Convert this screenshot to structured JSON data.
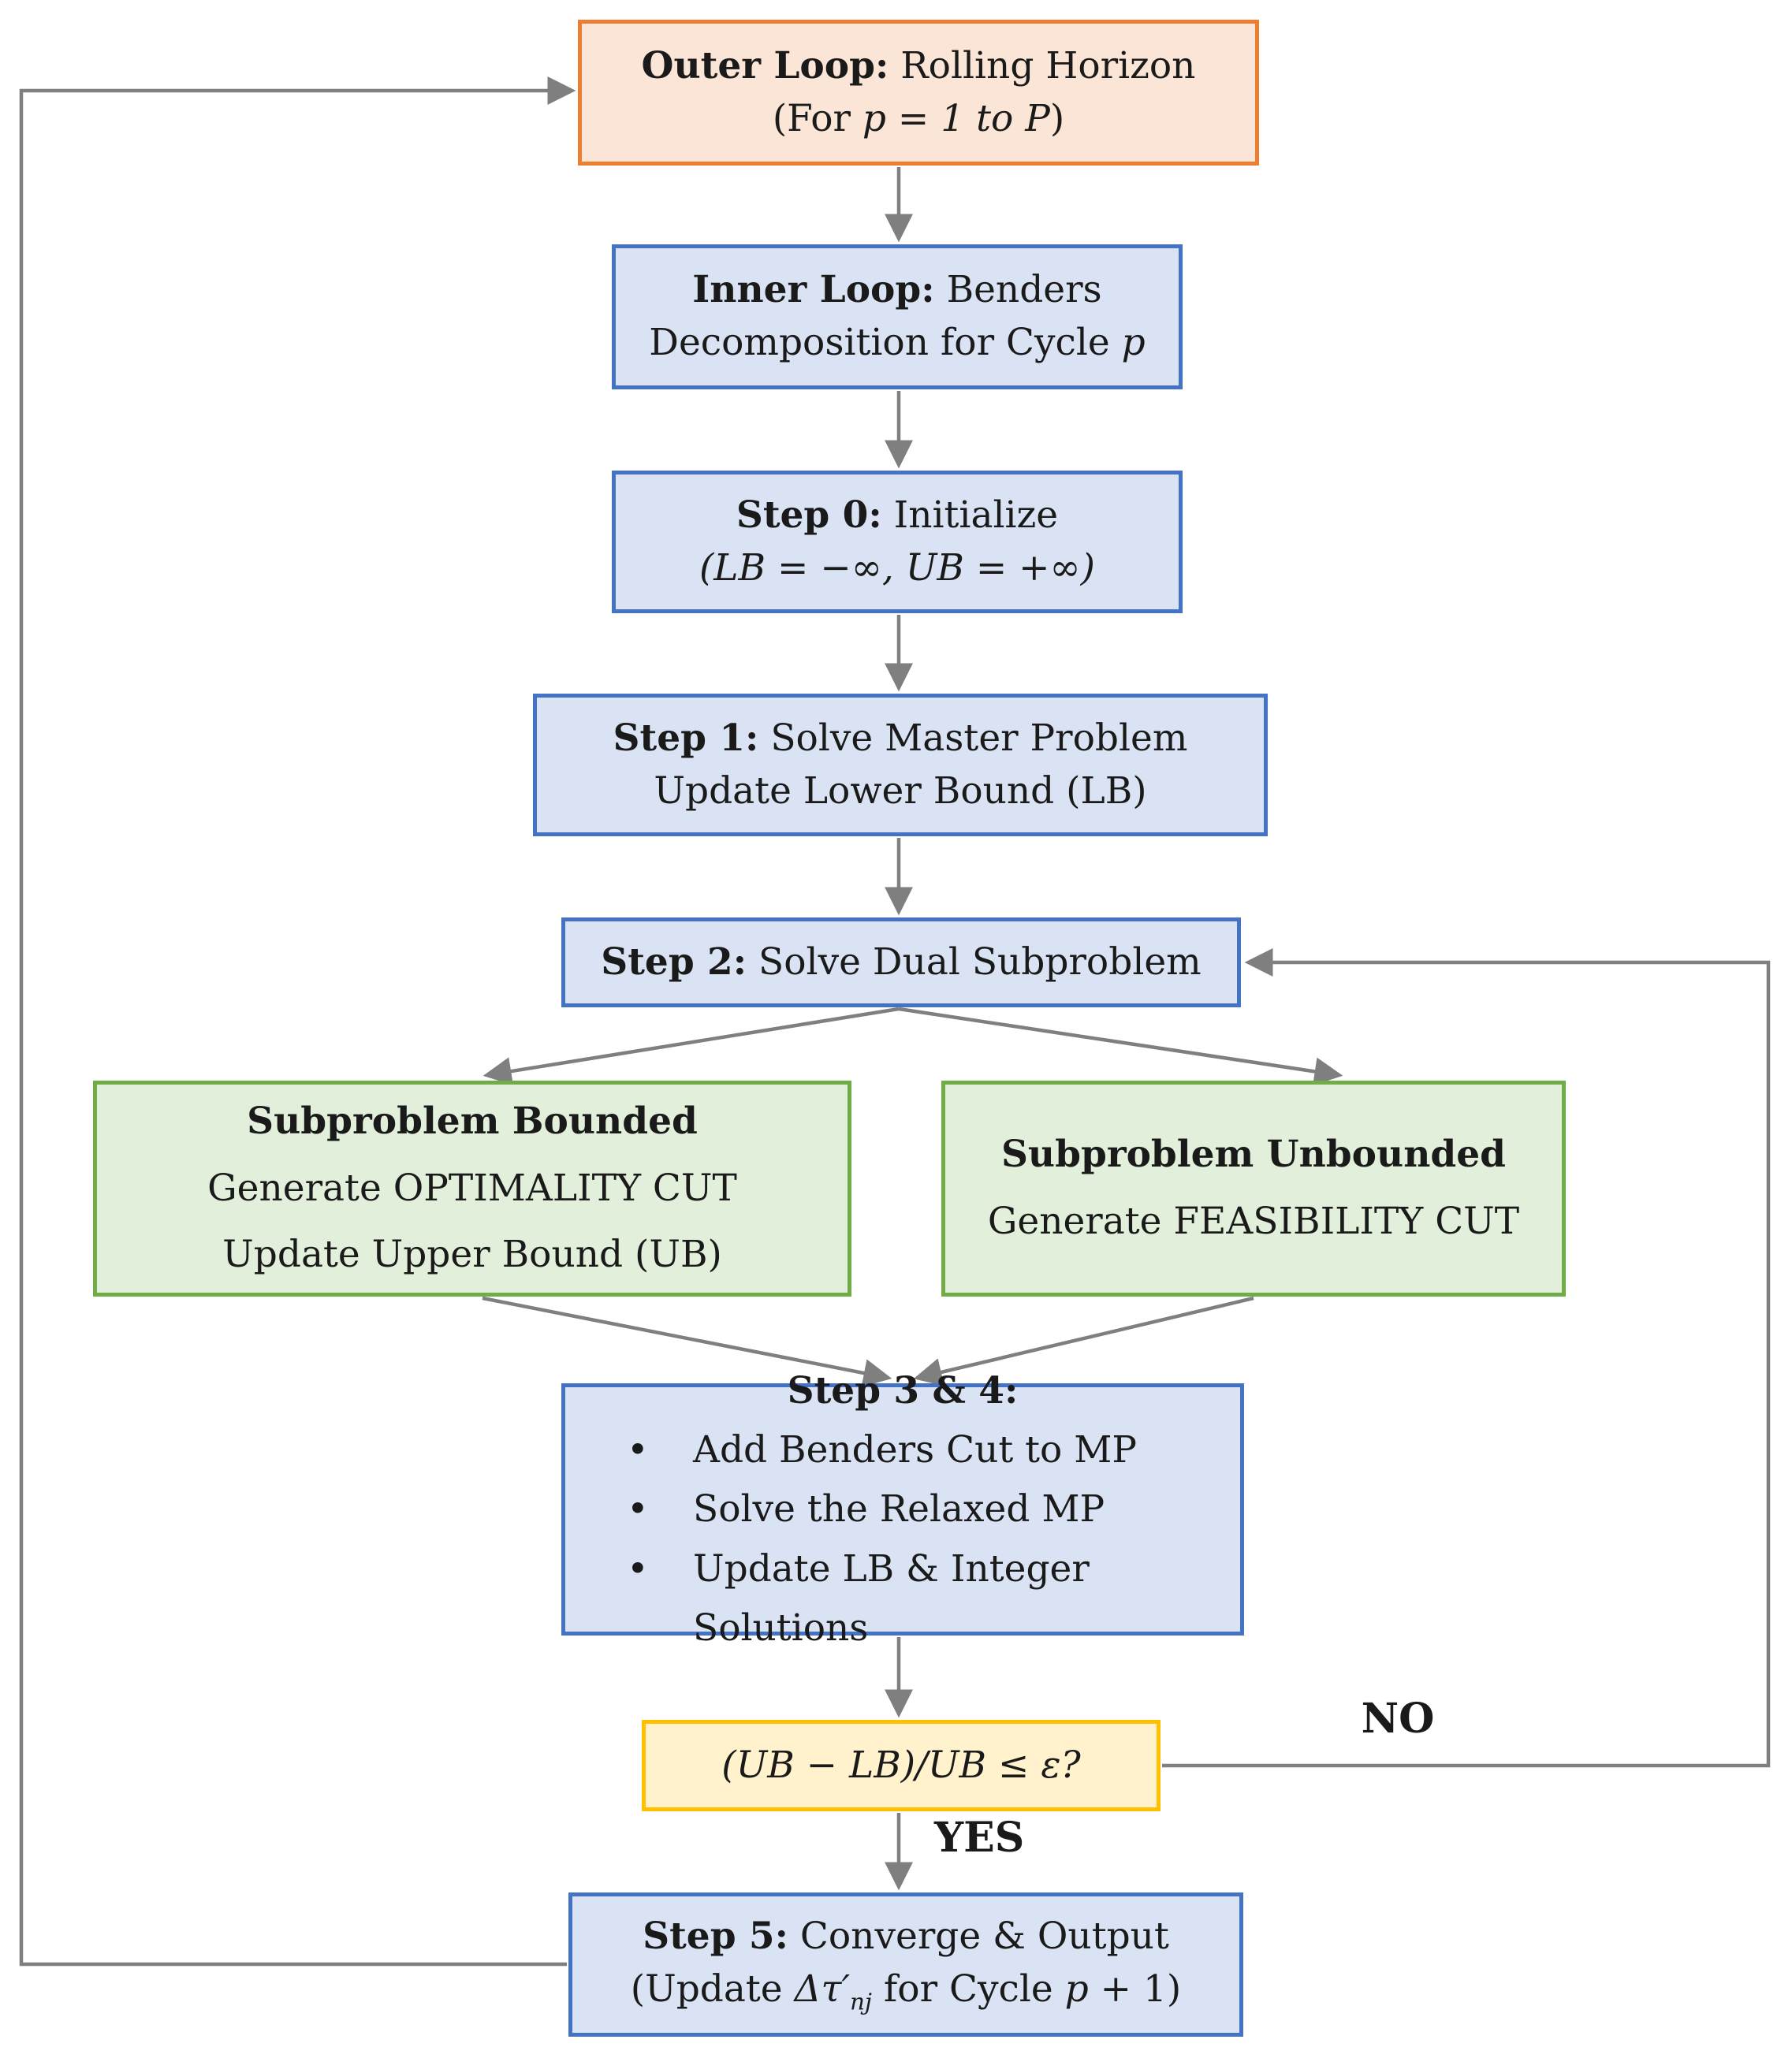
{
  "colors": {
    "orange-border": "#ED7D31",
    "orange-fill": "#FBE5D6",
    "blue-border": "#4472C4",
    "blue-fill": "#DAE3F3",
    "green-border": "#70AD47",
    "green-fill": "#E2EFDA",
    "yellow-border": "#FFC000",
    "yellow-fill": "#FFF2CC",
    "arrow-color": "#7F7F7F",
    "text-color": "#1a1a1a"
  },
  "nodes": {
    "outer": {
      "bold": "Outer Loop:",
      "rest": " Rolling Horizon",
      "sub_pre": "(For ",
      "sub_math": "p = 1 to P",
      "sub_post": ")"
    },
    "inner": {
      "bold": "Inner Loop:",
      "rest": " Benders",
      "line2": "Decomposition for Cycle ",
      "line2_var": "p"
    },
    "step0": {
      "bold": "Step 0:",
      "rest": " Initialize",
      "math": "(LB = −∞, UB = +∞)"
    },
    "step1": {
      "bold": "Step 1:",
      "rest": " Solve Master Problem",
      "line2": "Update Lower Bound (LB)"
    },
    "step2": {
      "bold": "Step 2:",
      "rest": " Solve Dual Subproblem"
    },
    "bounded": {
      "bold": "Subproblem Bounded",
      "line2": "Generate OPTIMALITY CUT",
      "line3": "Update Upper Bound (UB)"
    },
    "unbounded": {
      "bold": "Subproblem Unbounded",
      "line2": "Generate FEASIBILITY CUT"
    },
    "step34": {
      "bold": "Step 3 & 4:",
      "bullet_char": "•",
      "bullets": [
        "Add Benders Cut to MP",
        "Solve the Relaxed MP",
        "Update LB & Integer Solutions"
      ]
    },
    "decision": {
      "math": "(UB − LB)/UB ≤ ε?"
    },
    "step5": {
      "bold": "Step 5:",
      "rest": " Converge & Output",
      "sub_pre": "(Update ",
      "sub_tau": "Δτ′",
      "sub_sub": "nj",
      "sub_mid": " for Cycle ",
      "sub_var": "p",
      "sub_post": " + 1)"
    }
  },
  "labels": {
    "no": "NO",
    "yes": "YES"
  }
}
